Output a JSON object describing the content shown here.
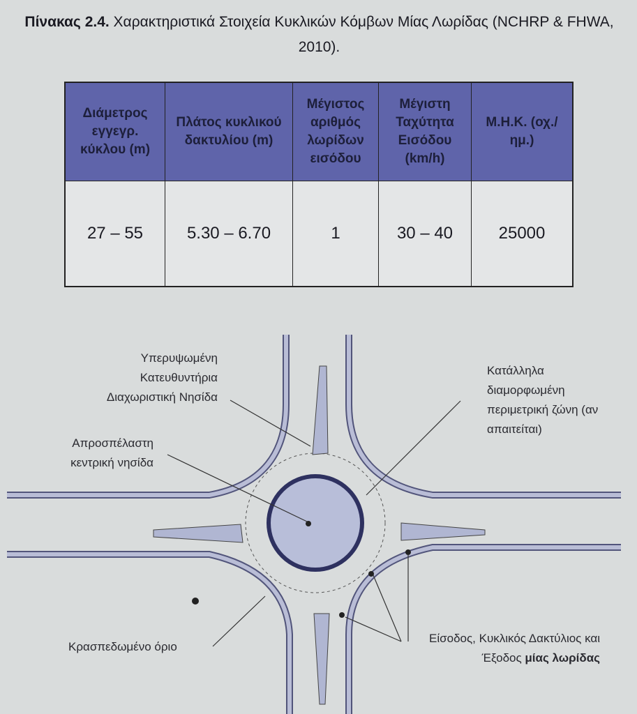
{
  "caption": {
    "bold": "Πίνακας 2.4.",
    "text": " Χαρακτηριστικά Στοιχεία Κυκλικών Κόμβων Μίας Λωρίδας (NCHRP & FHWA, 2010)."
  },
  "table": {
    "headers": [
      "Διάμετρος εγγεγρ. κύκλου (m)",
      "Πλάτος κυκλικού δακτυλίου (m)",
      "Μέγιστος αριθμός λωρίδων εισόδου",
      "Μέγιστη Ταχύτητα Εισόδου (km/h)",
      "Μ.Η.Κ. (οχ./ημ.)"
    ],
    "row": [
      "27 – 55",
      "5.30 – 6.70",
      "1",
      "30 – 40",
      "25000"
    ]
  },
  "diagram": {
    "label_splitter": "Υπερυψωμένη Κατευθυντήρια Διαχωριστική Νησίδα",
    "label_central": "Απροσπέλαστη κεντρική νησίδα",
    "label_perimeter": "Κατάλληλα διαμορφωμένη περιμετρική ζώνη (αν απαιτείται)",
    "label_curb": "Κρασπεδωμένο όριο",
    "label_single_lane_pre": "Είσοδος, Κυκλικός Δακτύλιος και Έξοδος ",
    "label_single_lane_bold": "μίας λωρίδας"
  }
}
